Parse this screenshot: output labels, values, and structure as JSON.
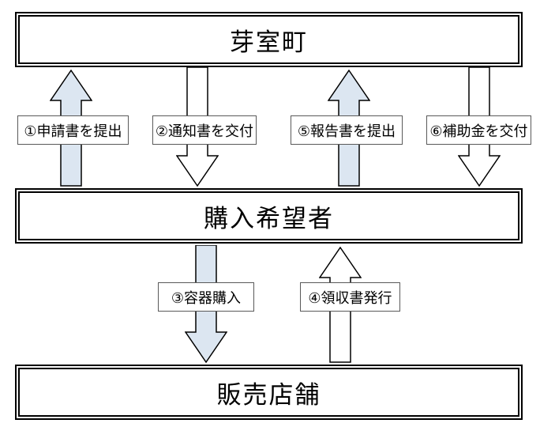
{
  "entities": {
    "top": "芽室町",
    "middle": "購入希望者",
    "bottom": "販売店舗"
  },
  "steps": [
    {
      "label": "①申請書を提出",
      "direction": "up",
      "style": "blue"
    },
    {
      "label": "②通知書を交付",
      "direction": "down",
      "style": "white"
    },
    {
      "label": "③容器購入",
      "direction": "down",
      "style": "blue"
    },
    {
      "label": "④領収書発行",
      "direction": "up",
      "style": "white"
    },
    {
      "label": "⑤報告書を提出",
      "direction": "up",
      "style": "blue"
    },
    {
      "label": "⑥補助金を交付",
      "direction": "down",
      "style": "white"
    }
  ],
  "colors": {
    "arrow_blue_fill": "#dce6f1",
    "arrow_white_fill": "#ffffff",
    "arrow_outline": "#000000",
    "box_border": "#000000",
    "label_border": "#595959"
  }
}
